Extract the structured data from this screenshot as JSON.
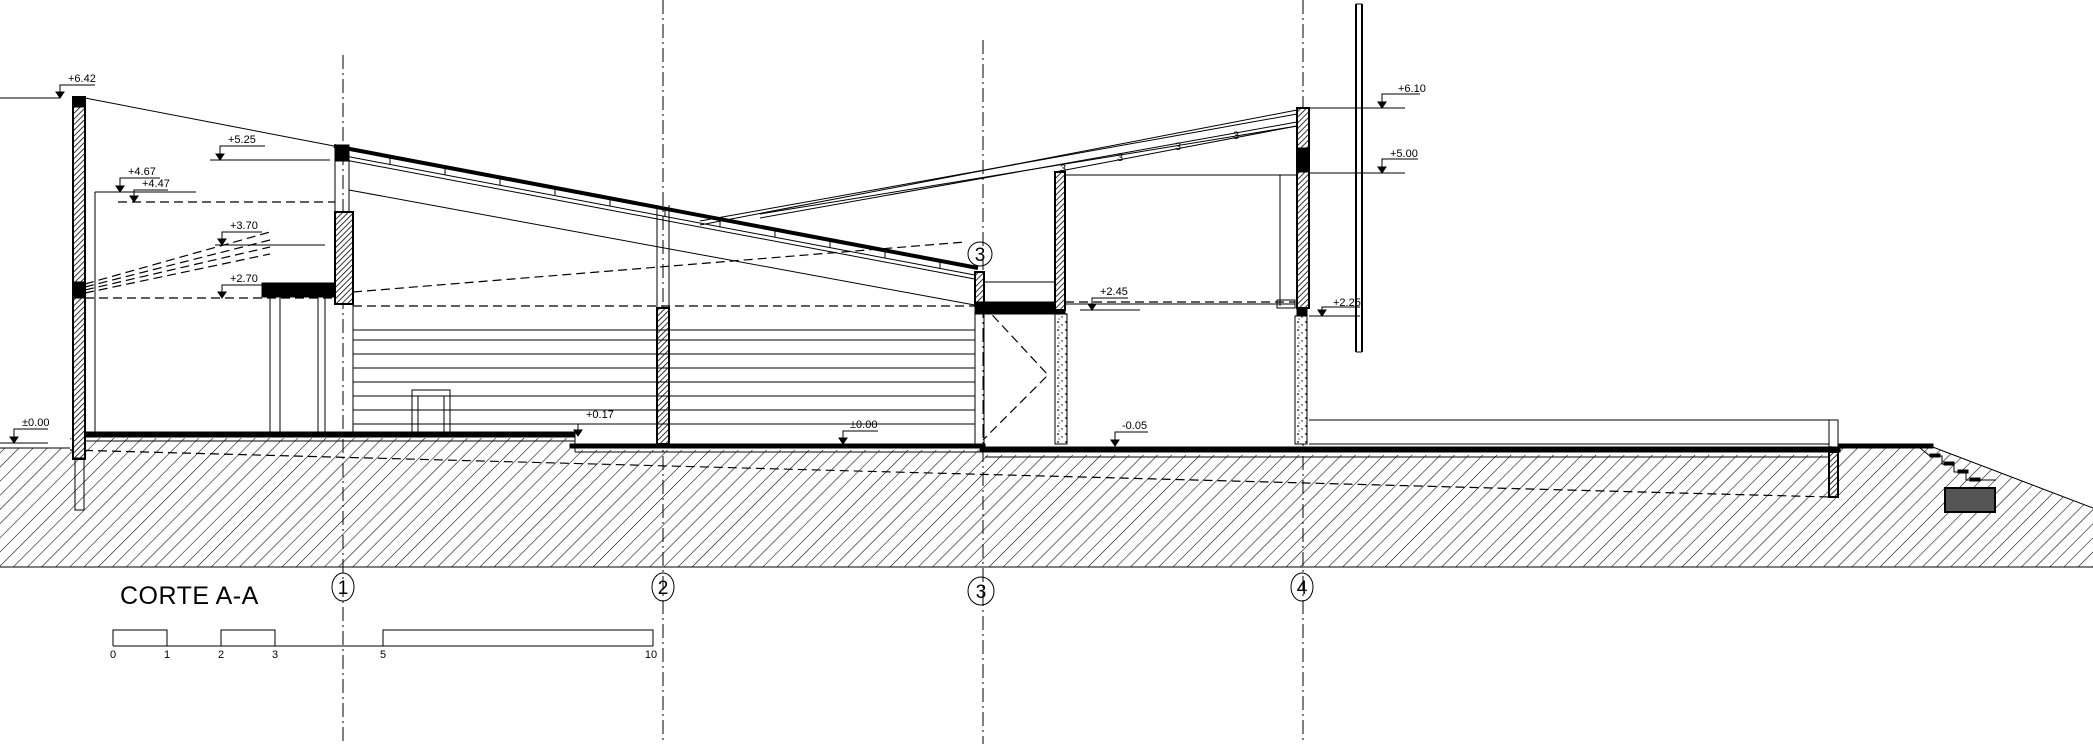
{
  "drawing": {
    "title": "CORTE A-A",
    "levels": [
      "+6.42",
      "+5.25",
      "+4.67",
      "+4.47",
      "+3.70",
      "+2.70",
      "±0.00",
      "+0.17",
      "±0.00",
      "+2.45",
      "-0.05",
      "+6.10",
      "+5.00",
      "+2.25"
    ],
    "grid_axes": [
      "1",
      "2",
      "3",
      "4"
    ],
    "detail_marker": "3",
    "roof_marks": [
      "3",
      "3",
      "3",
      "3"
    ],
    "scale_bar": {
      "ticks": [
        "0",
        "1",
        "2",
        "3",
        "5",
        "10"
      ]
    }
  }
}
